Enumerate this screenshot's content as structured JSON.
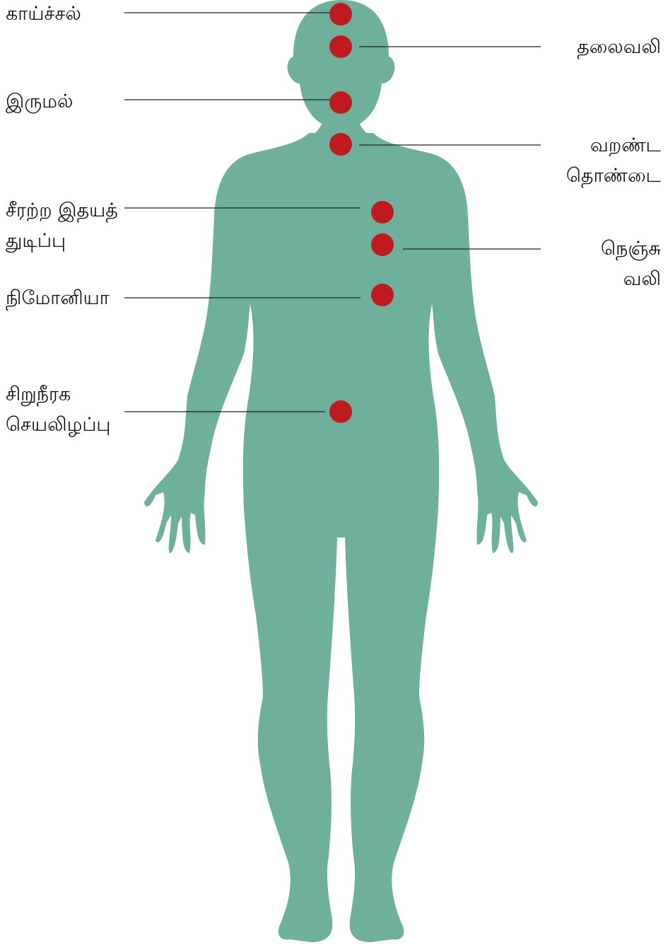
{
  "colors": {
    "body": "#6fb09c",
    "marker": "#be1a1f",
    "line": "#222222",
    "text": "#111111"
  },
  "labels": {
    "fever": {
      "lines": [
        "காய்ச்சல்"
      ]
    },
    "headache": {
      "lines": [
        "தலைவலி"
      ]
    },
    "cough": {
      "lines": [
        "இருமல்"
      ]
    },
    "dry_throat": {
      "lines": [
        "வறண்ட",
        "தொண்டை"
      ]
    },
    "arrhythmia": {
      "lines": [
        "சீரற்ற இதயத்",
        "துடிப்பு"
      ]
    },
    "chest_pain": {
      "lines": [
        "நெஞ்சு",
        "வலி"
      ]
    },
    "pneumonia": {
      "lines": [
        "நிமோனியா"
      ]
    },
    "kidney_failure": {
      "lines": [
        "சிறுநீரக",
        "செயலிழப்பு"
      ]
    }
  }
}
